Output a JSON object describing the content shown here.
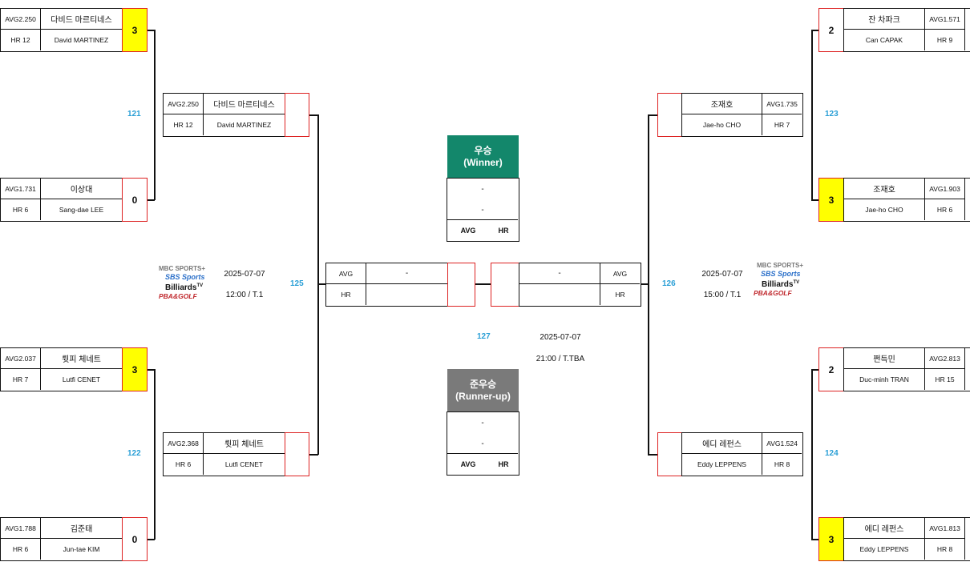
{
  "matches": [
    {
      "id": "m1",
      "p1": {
        "kname": "다비드 마르티네스",
        "ename": "David MARTINEZ",
        "avg": "AVG2.250",
        "hr": "HR 12",
        "score": "3",
        "win": true
      },
      "p2": {
        "kname": "이상대",
        "ename": "Sang-dae LEE",
        "avg": "AVG1.731",
        "hr": "HR 6",
        "score": "0",
        "win": false
      }
    },
    {
      "id": "m2",
      "p1": {
        "kname": "륏피 체네트",
        "ename": "Lutfi CENET",
        "avg": "AVG2.037",
        "hr": "HR 7",
        "score": "3",
        "win": true
      },
      "p2": {
        "kname": "김준태",
        "ename": "Jun-tae KIM",
        "avg": "AVG1.788",
        "hr": "HR 6",
        "score": "0",
        "win": false
      }
    },
    {
      "id": "m3",
      "p1": {
        "kname": "잔 차파크",
        "ename": "Can CAPAK",
        "avg": "AVG1.571",
        "hr": "HR 9",
        "score": "2",
        "win": false
      },
      "p2": {
        "kname": "조재호",
        "ename": "Jae-ho CHO",
        "avg": "AVG1.903",
        "hr": "HR 6",
        "score": "3",
        "win": true
      }
    },
    {
      "id": "m4",
      "p1": {
        "kname": "쩐득민",
        "ename": "Duc-minh TRAN",
        "avg": "AVG2.813",
        "hr": "HR 15",
        "score": "2",
        "win": false
      },
      "p2": {
        "kname": "에디 레펀스",
        "ename": "Eddy LEPPENS",
        "avg": "AVG1.813",
        "hr": "HR 8",
        "score": "3",
        "win": true
      }
    }
  ],
  "semis": [
    {
      "kname": "다비드 마르티네스",
      "ename": "David MARTINEZ",
      "avg": "AVG2.250",
      "hr": "HR 12"
    },
    {
      "kname": "륏피 체네트",
      "ename": "Lutfi CENET",
      "avg": "AVG2.368",
      "hr": "HR 6"
    },
    {
      "kname": "조재호",
      "ename": "Jae-ho CHO",
      "avg": "AVG1.735",
      "hr": "HR 7"
    },
    {
      "kname": "에디 레펀스",
      "ename": "Eddy LEPPENS",
      "avg": "AVG1.524",
      "hr": "HR 8"
    }
  ],
  "match_numbers": {
    "m121": "121",
    "m122": "122",
    "m123": "123",
    "m124": "124",
    "m125": "125",
    "m126": "126",
    "m127": "127"
  },
  "schedule": {
    "left_date": "2025-07-07",
    "left_time": "12:00 / T.1",
    "right_date": "2025-07-07",
    "right_time": "15:00 / T.1",
    "final_date": "2025-07-07",
    "final_time": "21:00 / T.TBA"
  },
  "final": {
    "avg_label": "AVG",
    "hr_label": "HR",
    "left_name": "-",
    "right_name": "-"
  },
  "winner": {
    "title": "우승",
    "subtitle": "(Winner)",
    "line1": "-",
    "line2": "-",
    "avg_label": "AVG",
    "hr_label": "HR",
    "color": "#13876b"
  },
  "runnerup": {
    "title": "준우승",
    "subtitle": "(Runner-up)",
    "line1": "-",
    "line2": "-",
    "avg_label": "AVG",
    "hr_label": "HR",
    "color": "#7a7a7a"
  },
  "logos": {
    "mbc": "MBC SPORTS+",
    "sbs": "SBS Sports",
    "billiards": "Billiards",
    "tv": "TV",
    "pba": "PBA&GOLF"
  }
}
